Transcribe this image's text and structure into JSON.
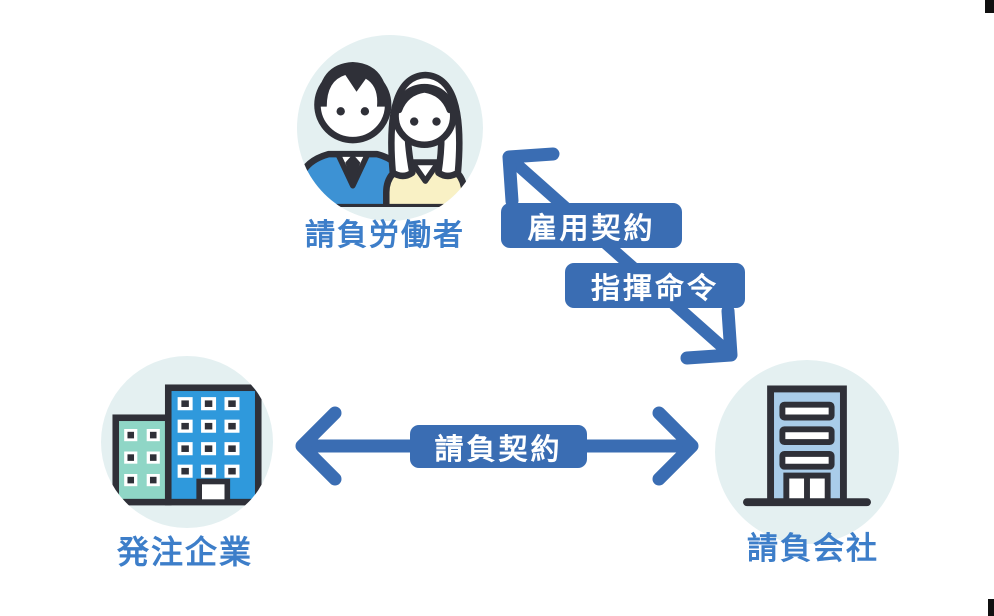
{
  "nodes": {
    "workers": {
      "label": "請負労働者",
      "icon": "workers-icon"
    },
    "client": {
      "label": "発注企業",
      "icon": "client-buildings-icon"
    },
    "contractor": {
      "label": "請負会社",
      "icon": "contractor-building-icon"
    }
  },
  "edges": {
    "employment": {
      "label": "雇用契約",
      "style": "diagonal-arrow-up-left"
    },
    "command": {
      "label": "指揮命令",
      "style": "diagonal-arrow-down-right"
    },
    "contract": {
      "label": "請負契約",
      "style": "horizontal-double-arrow"
    }
  },
  "colors": {
    "arrow": "#3a6db3",
    "node_label": "#3d7ec9",
    "circle_bg": "#e4f0f1",
    "tag_text": "#ffffff",
    "outline": "#2f3038",
    "man_suit": "#3d92d4",
    "woman_top": "#f9f1c5",
    "bldg_tall": "#2f99dc",
    "bldg_small": "#8fd6c6",
    "bldg_right": "#a9cce9"
  }
}
